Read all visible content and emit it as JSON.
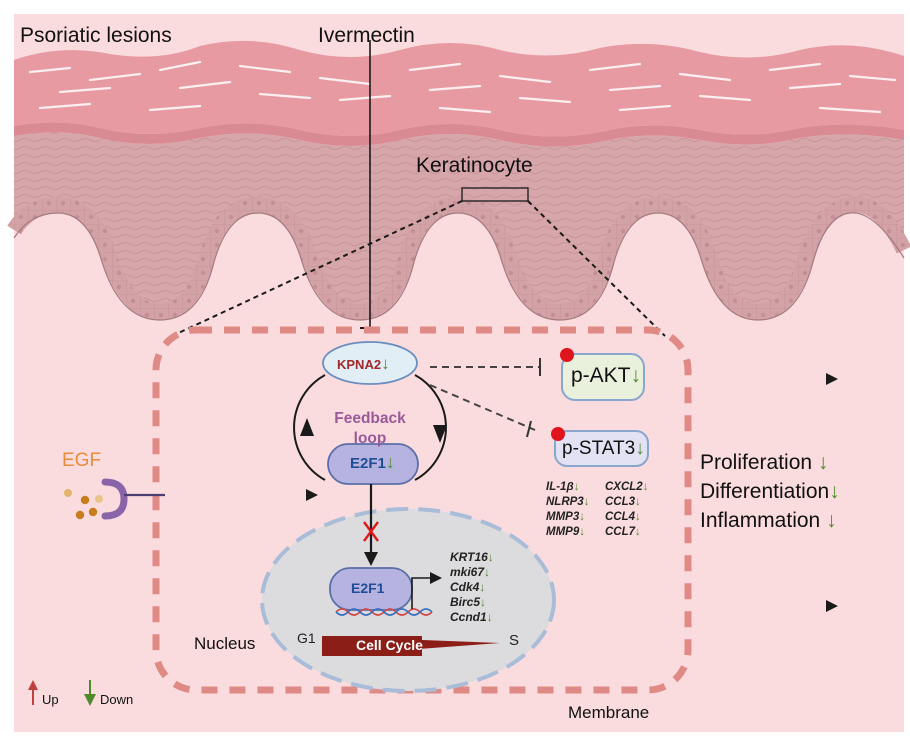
{
  "labels": {
    "psoriatic_lesions": "Psoriatic lesions",
    "ivermectin": "Ivermectin",
    "keratinocyte": "Keratinocyte",
    "egf": "EGF",
    "kpna2": "KPNA2",
    "feedback_line1": "Feedback",
    "feedback_line2": "loop",
    "e2f1_cyto": "E2F1",
    "e2f1_nuclear": "E2F1",
    "p_akt": "p-AKT",
    "p_stat3": "p-STAT3",
    "nucleus": "Nucleus",
    "cell_cycle": "Cell Cycle",
    "g1": "G1",
    "s": "S",
    "membrane": "Membrane",
    "down_arrow": "↓"
  },
  "inflammatory_genes": {
    "left": [
      "IL-1β",
      "NLRP3",
      "MMP3",
      "MMP9"
    ],
    "right": [
      "CXCL2",
      "CCL3",
      "CCL4",
      "CCL7"
    ]
  },
  "cell_cycle_genes": [
    "KRT16",
    "mki67",
    "Cdk4",
    "Birc5",
    "Ccnd1"
  ],
  "outcomes": [
    {
      "label": "Proliferation",
      "direction": "↓"
    },
    {
      "label": "Differentiation",
      "direction": "↓"
    },
    {
      "label": "Inflammation",
      "direction": "↓"
    }
  ],
  "legend": {
    "up_label": "Up",
    "down_label": "Down"
  },
  "colors": {
    "background": "#fadcde",
    "skin_stratum": "#e8949c",
    "epidermis": "#d9a8ac",
    "membrane_dash": "#e08a86",
    "nucleus_fill": "#dcdcde",
    "nucleus_dash": "#a9bcd8",
    "kpna2_fill": "#e2eef6",
    "kpna2_text": "#a0292a",
    "e2f1_fill": "#b7b3e0",
    "e2f1_text": "#1f4e96",
    "feedback_text": "#9a5a9a",
    "akt_fill": "#e9f0dc",
    "stat3_fill": "#e2e2f4",
    "phospho_dot": "#e0141c",
    "egf_text": "#e98b3a",
    "receptor": "#8a64a8",
    "cell_cycle_bar": "#8c1e18",
    "down_green": "#4e8a2a",
    "up_red": "#c04040",
    "block_x": "#e01818"
  }
}
